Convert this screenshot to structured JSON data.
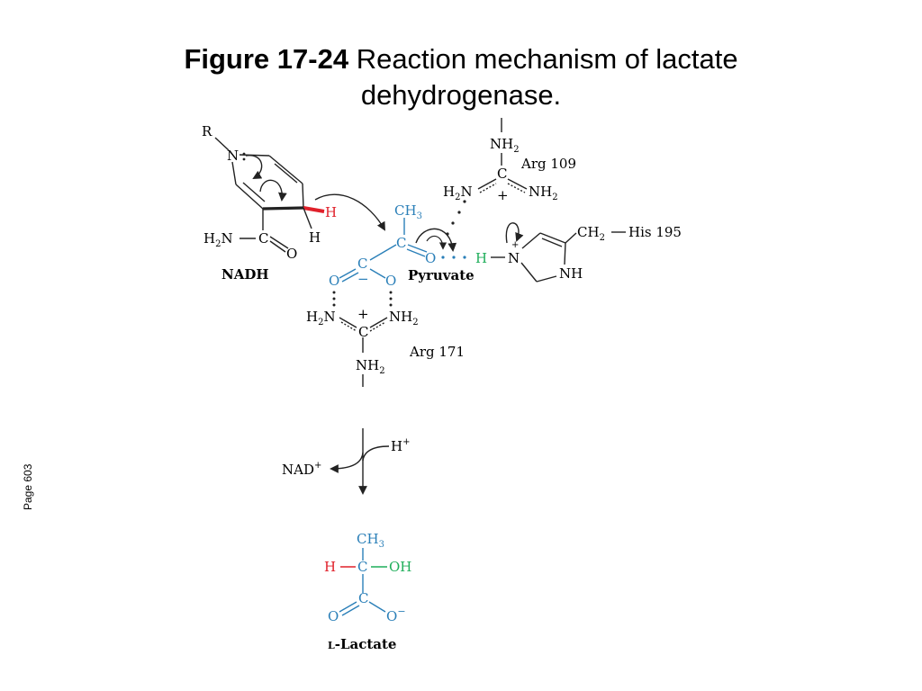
{
  "title": {
    "figure_label": "Figure 17-24",
    "caption_line1": "Reaction mechanism of lactate",
    "caption_line2": "dehydrogenase."
  },
  "page_label": "Page 603",
  "colors": {
    "blue": "#2a7fb8",
    "red": "#e0202a",
    "green": "#1fae5a",
    "black": "#222222"
  },
  "diagram": {
    "nadh": {
      "r_label": "R",
      "n_label": "N",
      "amide_n": "H",
      "amide_c": "C",
      "amide_o": "O",
      "h_red": "H",
      "h_black": "H",
      "name": "NADH"
    },
    "arg109": {
      "nh2_top": "NH",
      "h2n_left": "H",
      "nh2_right": "NH",
      "c_label": "C",
      "plus": "+",
      "name": "Arg 109"
    },
    "pyruvate": {
      "ch3": "CH",
      "c_center": "C",
      "o_keto": "O",
      "c_carboxyl": "C",
      "o_left": "O",
      "o_right": "O",
      "minus": "−",
      "name": "Pyruvate"
    },
    "his195": {
      "h_green": "H",
      "n_plus": "N",
      "plus": "+",
      "nh": "NH",
      "ch2": "CH",
      "name": "His 195"
    },
    "arg171": {
      "h2n_left": "H",
      "nh2_right": "NH",
      "c_label": "C",
      "plus": "+",
      "nh2_bottom": "NH",
      "name": "Arg 171"
    },
    "reaction": {
      "h_plus": "H",
      "nad_plus": "NAD"
    },
    "lactate": {
      "ch3": "CH",
      "h_red": "H",
      "c_center": "C",
      "oh": "OH",
      "c_carboxyl": "C",
      "o_left": "O",
      "o_right": "O",
      "minus": "−",
      "name_prefix": "L",
      "name_rest": "-Lactate"
    }
  }
}
